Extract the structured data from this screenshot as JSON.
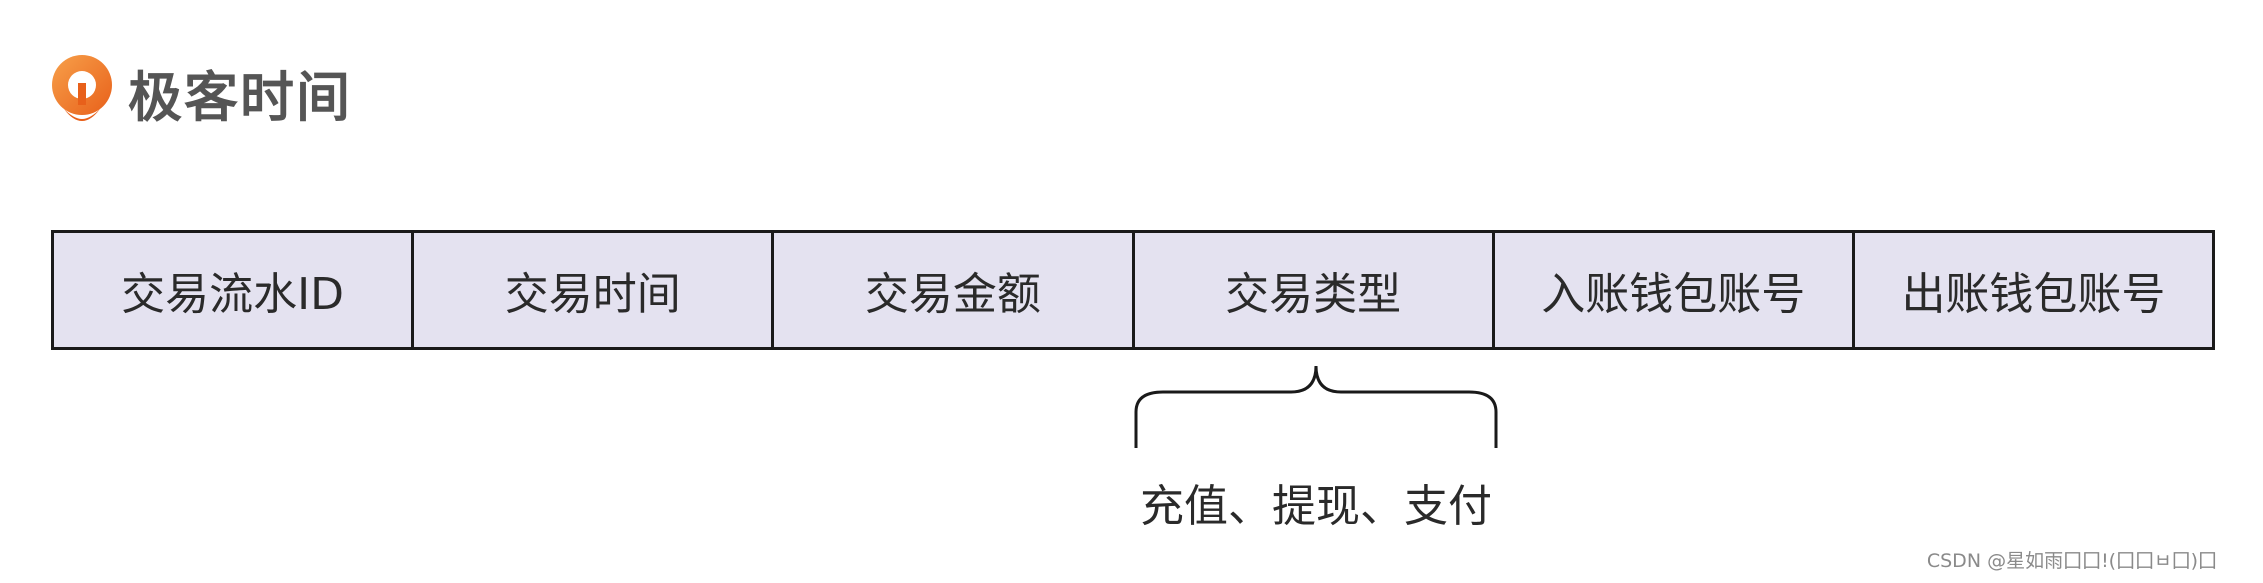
{
  "brand": {
    "name": "极客时间",
    "icon": "geektime-logo-icon",
    "accent_color": "#f0781e",
    "text_color": "#555555"
  },
  "table": {
    "fill_color": "#e4e2f0",
    "border_color": "#1a1a1a",
    "columns": [
      "交易流水ID",
      "交易时间",
      "交易金额",
      "交易类型",
      "入账钱包账号",
      "出账钱包账号"
    ]
  },
  "annotation": {
    "target_column": "交易类型",
    "label": "充值、提现、支付"
  },
  "watermark": "CSDN @星如雨囗囗!(囗囗ㅂ囗)囗"
}
